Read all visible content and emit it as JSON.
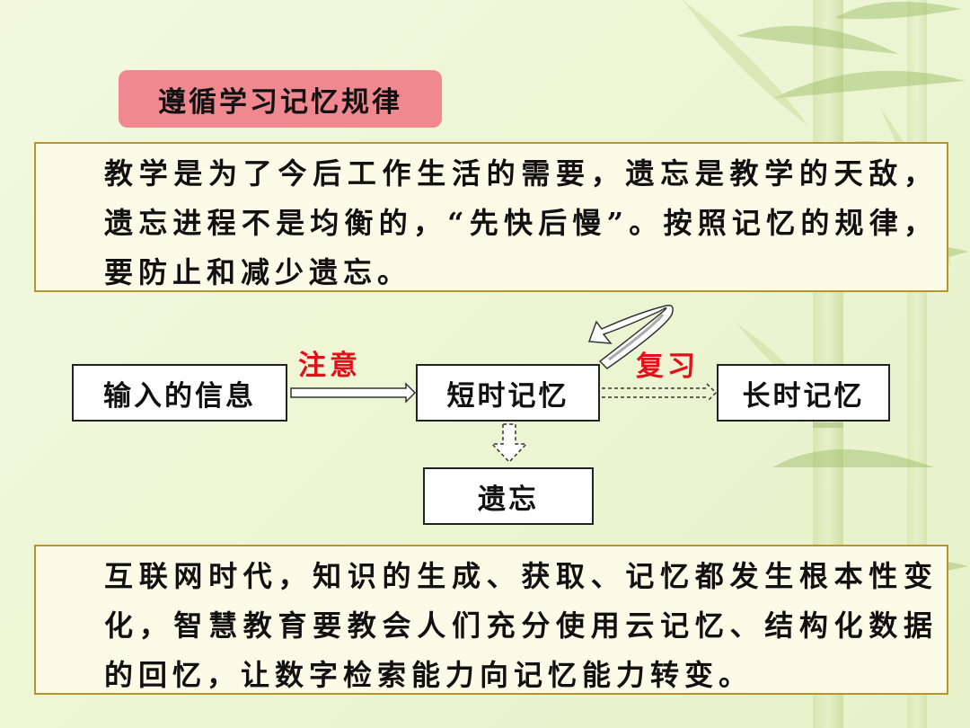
{
  "title": "遵循学习记忆规律",
  "paragraph_top": "教学是为了今后工作生活的需要，遗忘是教学的天敌，遗忘进程不是均衡的，“先快后慢”。按照记忆的规律，要防止和减少遗忘。",
  "diagram": {
    "nodes": {
      "input": "输入的信息",
      "short_term": "短时记忆",
      "long_term": "长时记忆",
      "forget": "遗忘"
    },
    "edges": {
      "attention": "注意",
      "review": "复习"
    },
    "colors": {
      "edge_label": "#e3101a",
      "title_bg": "#f08890",
      "box_border": "#b8942e"
    }
  },
  "paragraph_bottom": "互联网时代，知识的生成、获取、记忆都发生根本性变化，智慧教育要教会人们充分使用云记忆、结构化数据的回忆，让数字检索能力向记忆能力转变。"
}
